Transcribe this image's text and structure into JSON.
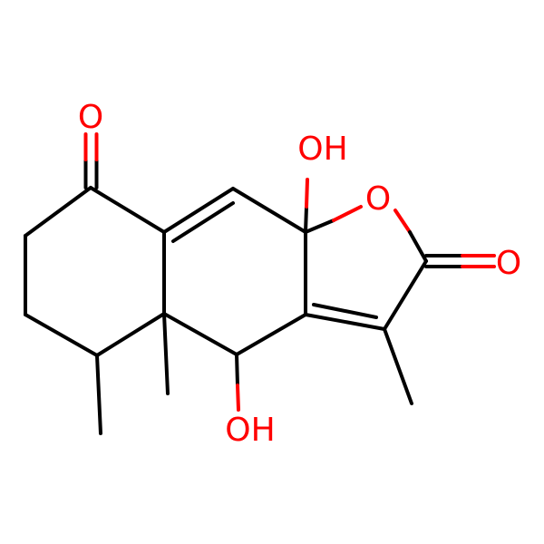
{
  "molecule": {
    "atom_labels": {
      "ketone_o": "O",
      "ring_o": "O",
      "lactone_o": "O",
      "oh_top": "OH",
      "oh_bottom": "OH"
    }
  },
  "colors": {
    "bond": "#000000",
    "heteroatom": "#ff0000",
    "background": "#ffffff"
  }
}
